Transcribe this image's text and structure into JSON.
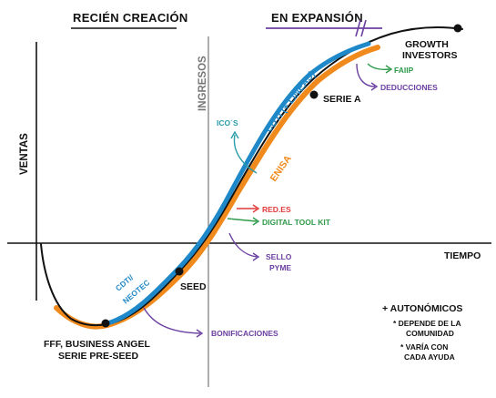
{
  "headings": {
    "left": "RECIÉN CREACIÓN",
    "right": "EN EXPANSIÓN"
  },
  "axes": {
    "y_label": "VENTAS",
    "x_label": "TIEMPO",
    "ingresos_label": "INGRESOS"
  },
  "stages": {
    "pre_seed_line1": "FFF, BUSINESS ANGEL",
    "pre_seed_line2": "SERIE PRE-SEED",
    "seed": "SEED",
    "serie_a": "SERIE A",
    "growth_line1": "GROWTH",
    "growth_line2": "INVESTORS"
  },
  "curve_labels": {
    "cdti_lineas": "CDTI (+ LÍNEAS)",
    "enisa": "ENISA",
    "cdti_neotec_line1": "CDTI/",
    "cdti_neotec_line2": "NEOTEC"
  },
  "instruments": {
    "icos": "ICO´S",
    "faiip": "FAIIP",
    "deducciones": "DEDUCCIONES",
    "red_es": "RED.ES",
    "digital_tool_kit": "DIGITAL TOOL KIT",
    "sello_pyme_line1": "SELLO",
    "sello_pyme_line2": "PYME",
    "bonificaciones": "BONIFICACIONES"
  },
  "notes": {
    "autonomicos": "+ AUTONÓMICOS",
    "note1_line1": "* DEPENDE DE LA",
    "note1_line2": "COMUNIDAD",
    "note2_line1": "* VARÍA CON",
    "note2_line2": "CADA AYUDA"
  },
  "colors": {
    "blue": "#1e88c8",
    "orange": "#f08a1c",
    "purple": "#6b3fa0",
    "red": "#e03a3a",
    "green": "#2e9a4a",
    "teal": "#2a9aa8",
    "black": "#111111"
  }
}
